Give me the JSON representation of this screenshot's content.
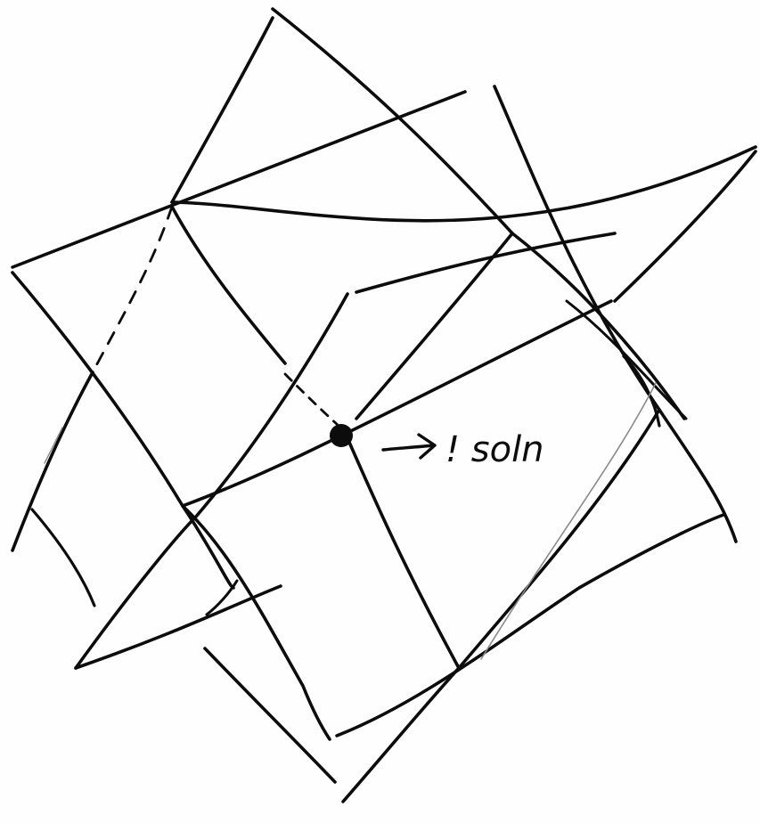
{
  "diagram": {
    "type": "hand-drawn sketch of two overlapping skewed grids",
    "annotation": {
      "arrow_icon": "right-arrow",
      "text": "! soln"
    }
  },
  "colors": {
    "ink": "#0c0c0c",
    "paper": "#fefefe",
    "pencil": "#8a8a8a"
  }
}
